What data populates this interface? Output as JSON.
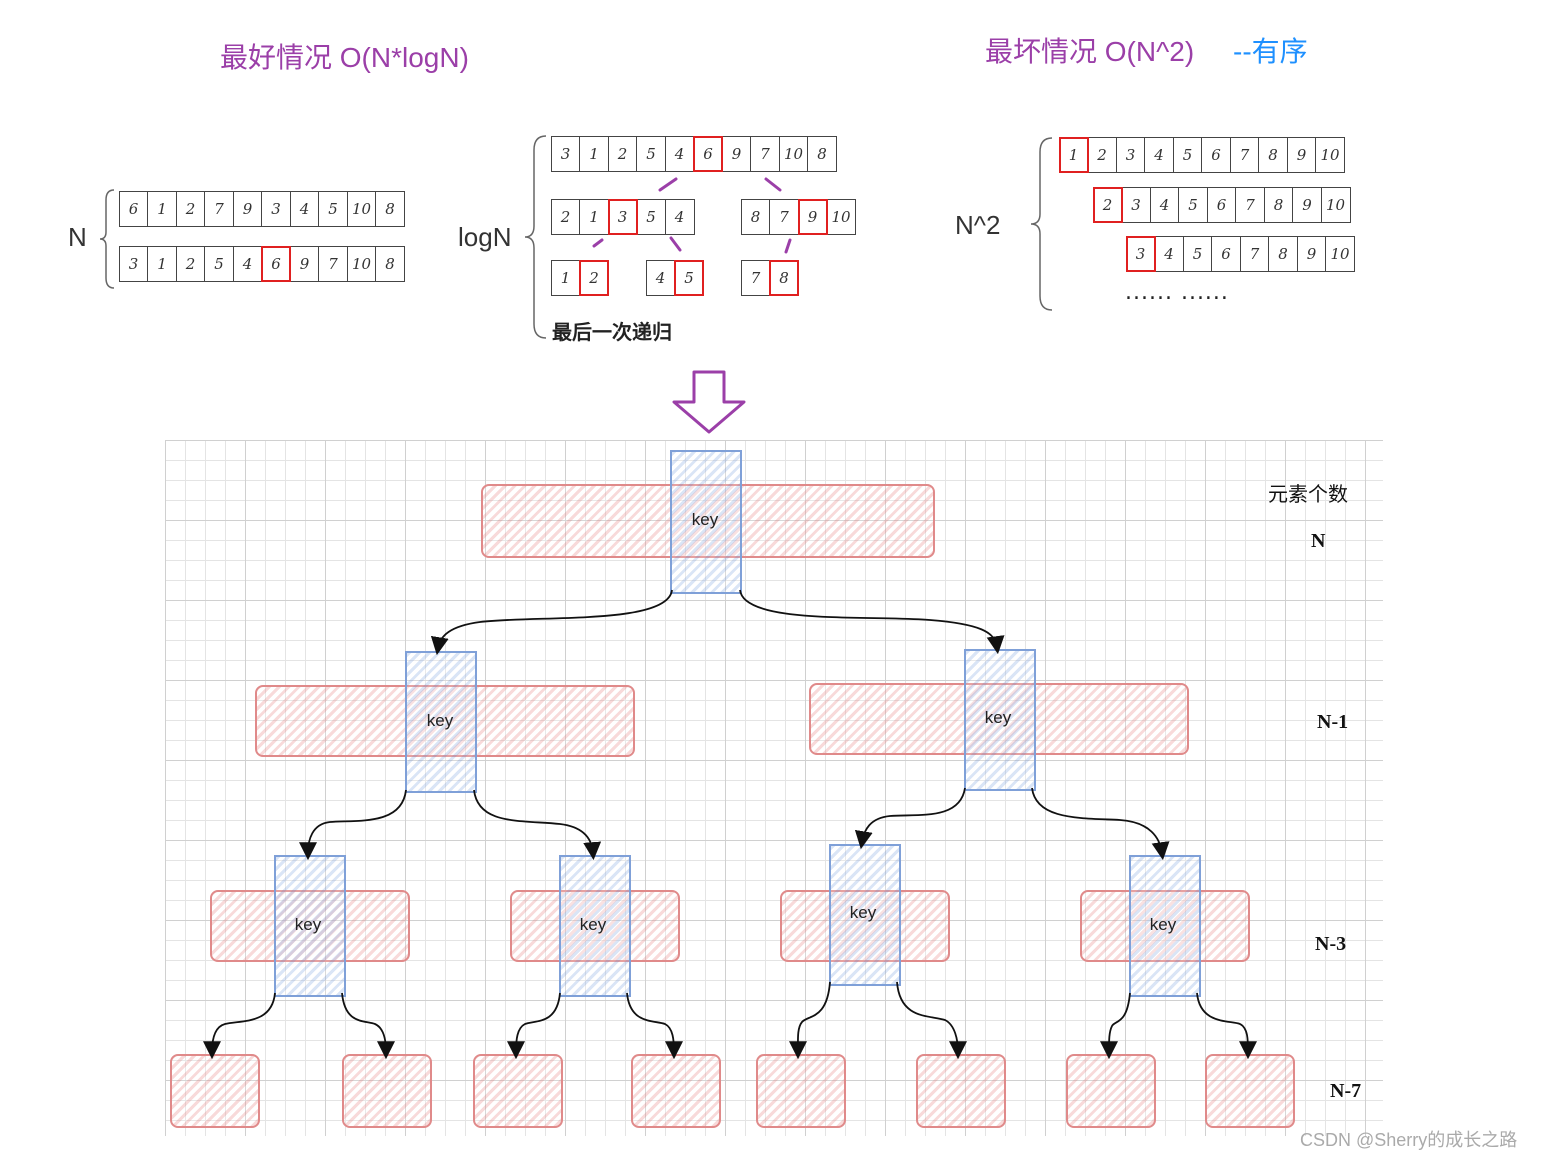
{
  "titles": {
    "best": "最好情况 O(N*logN)",
    "worst": "最坏情况 O(N^2)",
    "worst_note": "--有序"
  },
  "best_case": {
    "n_label": "N",
    "n_arrays": [
      {
        "cells": [
          "6",
          "1",
          "2",
          "7",
          "9",
          "3",
          "4",
          "5",
          "10",
          "8"
        ],
        "highlight": -1
      },
      {
        "cells": [
          "3",
          "1",
          "2",
          "5",
          "4",
          "6",
          "9",
          "7",
          "10",
          "8"
        ],
        "highlight": 5
      }
    ],
    "logn_label": "logN",
    "logn_arrays": [
      {
        "cells": [
          "3",
          "1",
          "2",
          "5",
          "4",
          "6",
          "9",
          "7",
          "10",
          "8"
        ],
        "highlight": 5
      },
      {
        "cells": [
          "2",
          "1",
          "3",
          "5",
          "4"
        ],
        "highlight": 2
      },
      {
        "cells": [
          "8",
          "7",
          "9",
          "10"
        ],
        "highlight": 2
      },
      {
        "cells": [
          "1",
          "2"
        ],
        "highlight": 1
      },
      {
        "cells": [
          "4",
          "5"
        ],
        "highlight": 1
      },
      {
        "cells": [
          "7",
          "8"
        ],
        "highlight": 1
      }
    ],
    "note": "最后一次递归"
  },
  "worst_case": {
    "label": "N^2",
    "arrays": [
      {
        "cells": [
          "1",
          "2",
          "3",
          "4",
          "5",
          "6",
          "7",
          "8",
          "9",
          "10"
        ],
        "highlight": 0
      },
      {
        "cells": [
          "2",
          "3",
          "4",
          "5",
          "6",
          "7",
          "8",
          "9",
          "10"
        ],
        "highlight": 0
      },
      {
        "cells": [
          "3",
          "4",
          "5",
          "6",
          "7",
          "8",
          "9",
          "10"
        ],
        "highlight": 0
      }
    ],
    "dots": "...... ......"
  },
  "tree": {
    "key_label": "key",
    "level_title": "元素个数",
    "levels": [
      "N",
      "N-1",
      "N-3",
      "N-7"
    ]
  },
  "colors": {
    "title_purple": "#9b3fa8",
    "note_blue": "#1e90ff",
    "highlight_red": "#e02020",
    "pink_fill": "#eb9696",
    "blue_fill": "#96b4e6"
  },
  "watermark": "CSDN @Sherry的成长之路"
}
